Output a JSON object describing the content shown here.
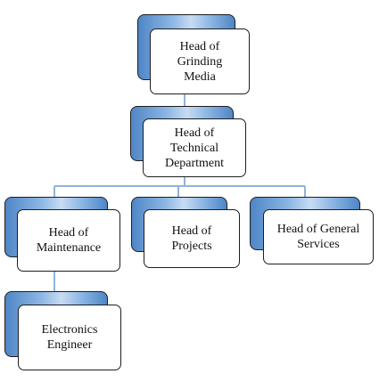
{
  "diagram": {
    "nodes": [
      {
        "id": "grinding-media",
        "label": "Head of\nGrinding\nMedia"
      },
      {
        "id": "technical-department",
        "label": "Head of\nTechnical\nDepartment"
      },
      {
        "id": "maintenance",
        "label": "Head of\nMaintenance"
      },
      {
        "id": "projects",
        "label": "Head of\nProjects"
      },
      {
        "id": "general-services",
        "label": "Head of General\nServices"
      },
      {
        "id": "electronics-engineer",
        "label": "Electronics\nEngineer"
      }
    ],
    "edges": [
      {
        "from": "grinding-media",
        "to": "technical-department"
      },
      {
        "from": "technical-department",
        "to": "maintenance"
      },
      {
        "from": "technical-department",
        "to": "projects"
      },
      {
        "from": "technical-department",
        "to": "general-services"
      },
      {
        "from": "maintenance",
        "to": "electronics-engineer"
      }
    ],
    "colors": {
      "connector": "#8fb3d9",
      "accent": "#4f86c6",
      "border": "#1e1e1e"
    }
  }
}
